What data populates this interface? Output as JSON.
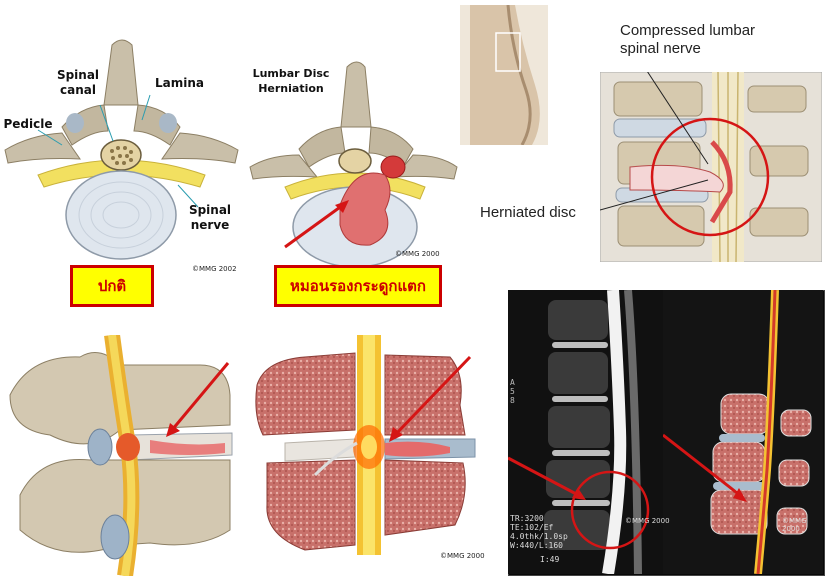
{
  "panel_normal": {
    "label_spinal_canal": "Spinal\ncanal",
    "label_lamina": "Lamina",
    "label_pedicle": "Pedicle",
    "label_spinal_nerve": "Spinal\nnerve",
    "copyright": "©MMG 2002",
    "thai_caption": "ปกติ"
  },
  "panel_herniation": {
    "title": "Lumbar Disc\nHerniation",
    "copyright": "©MMG 2000",
    "thai_caption": "หมอนรองกระดูกแตก"
  },
  "panel_sagittal": {
    "label_compressed": "Compressed lumbar\nspinal nerve",
    "label_herniated": "Herniated disc"
  },
  "panel_3d": {
    "copyright": "©MMG 2000"
  },
  "panel_mri": {
    "scan_params": "TR:3200\nTE:102/Ef\n4.0thk/1.0sp\nW:440/L:160",
    "image_no": "I:49",
    "copyright_left": "©MMG 2000",
    "copyright_right": "©MMG 2000",
    "orient_marks": "A\n5\n8"
  },
  "colors": {
    "bone": "#c9bfa9",
    "bone_dark": "#9c8f74",
    "disc": "#dfe6ee",
    "nerve": "#f2e060",
    "highlight_red": "#d51515",
    "caption_bg": "#ffff00"
  }
}
